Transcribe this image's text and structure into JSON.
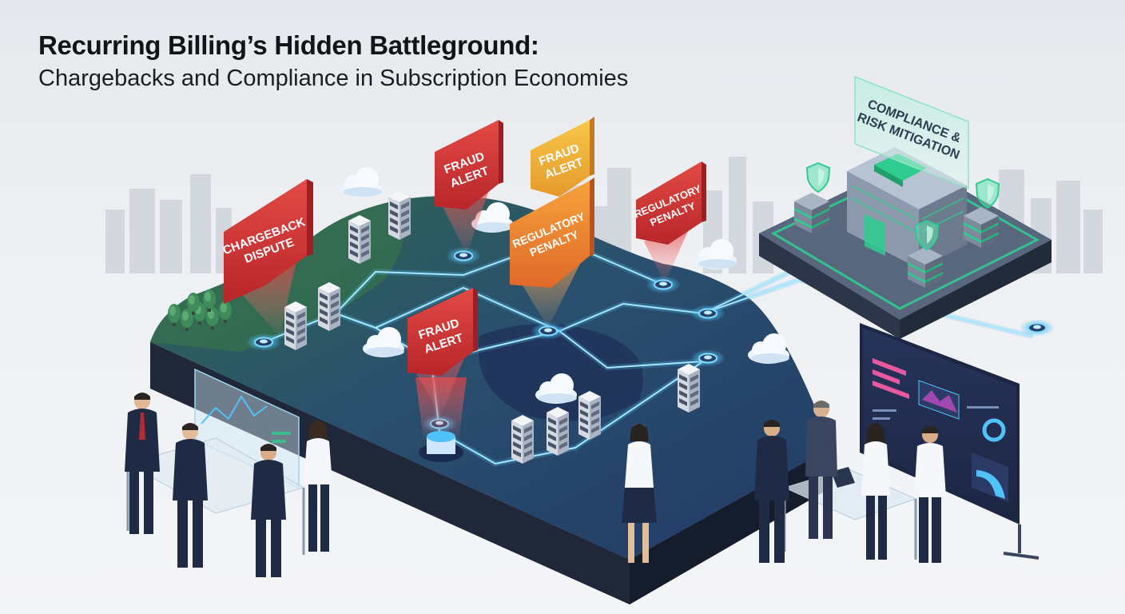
{
  "header": {
    "title": "Recurring Billing’s Hidden Battleground:",
    "subtitle": "Chargebacks and Compliance in Subscription Economies"
  },
  "markers": {
    "chargeback": [
      "CHARGEBACK",
      "DISPUTE"
    ],
    "fraud_top": [
      "FRAUD",
      "ALERT"
    ],
    "fraud_orange": [
      "FRAUD",
      "ALERT"
    ],
    "regulatory_orange": [
      "REGULATORY",
      "PENALTY"
    ],
    "regulatory_right": [
      "REGULATORY",
      "PENALTY"
    ],
    "fraud_center": [
      "FRAUD",
      "ALERT"
    ]
  },
  "compliance_sign": [
    "COMPLIANCE &",
    "RISK MITIGATION"
  ],
  "colors": {
    "alert_red": "#d63a3a",
    "alert_orange": "#ef8a2a",
    "alert_amber": "#f0b23a",
    "network_glow": "#4fc3f7",
    "compliance_green": "#2ecc8f",
    "terrain_top": "#2f6a5a",
    "terrain_blue": "#28406e",
    "suit_navy": "#1f2a44"
  },
  "icons": [
    "server-stack-icon",
    "cloud-icon",
    "shield-icon",
    "alert-pin-icon",
    "tree-icon",
    "dashboard-screen-icon"
  ]
}
